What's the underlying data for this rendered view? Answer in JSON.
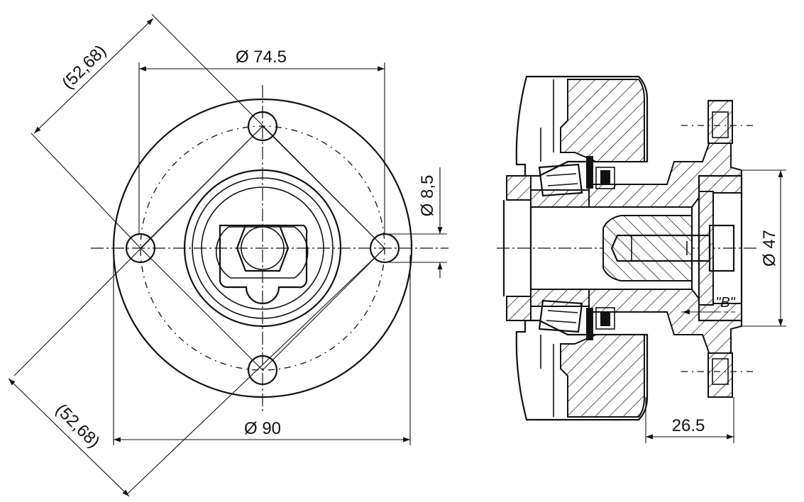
{
  "dimensions": {
    "dia_bolt_circle": "Ø 74.5",
    "dia_flange": "Ø 90",
    "dia_hole": "Ø 8,5",
    "dia_shaft": "Ø 47",
    "diag_upper": "(52,68)",
    "diag_lower": "(52,68)",
    "offset": "26.5",
    "detail_label": "\"B\""
  },
  "colors": {
    "line": "#111111",
    "background": "#ffffff"
  }
}
